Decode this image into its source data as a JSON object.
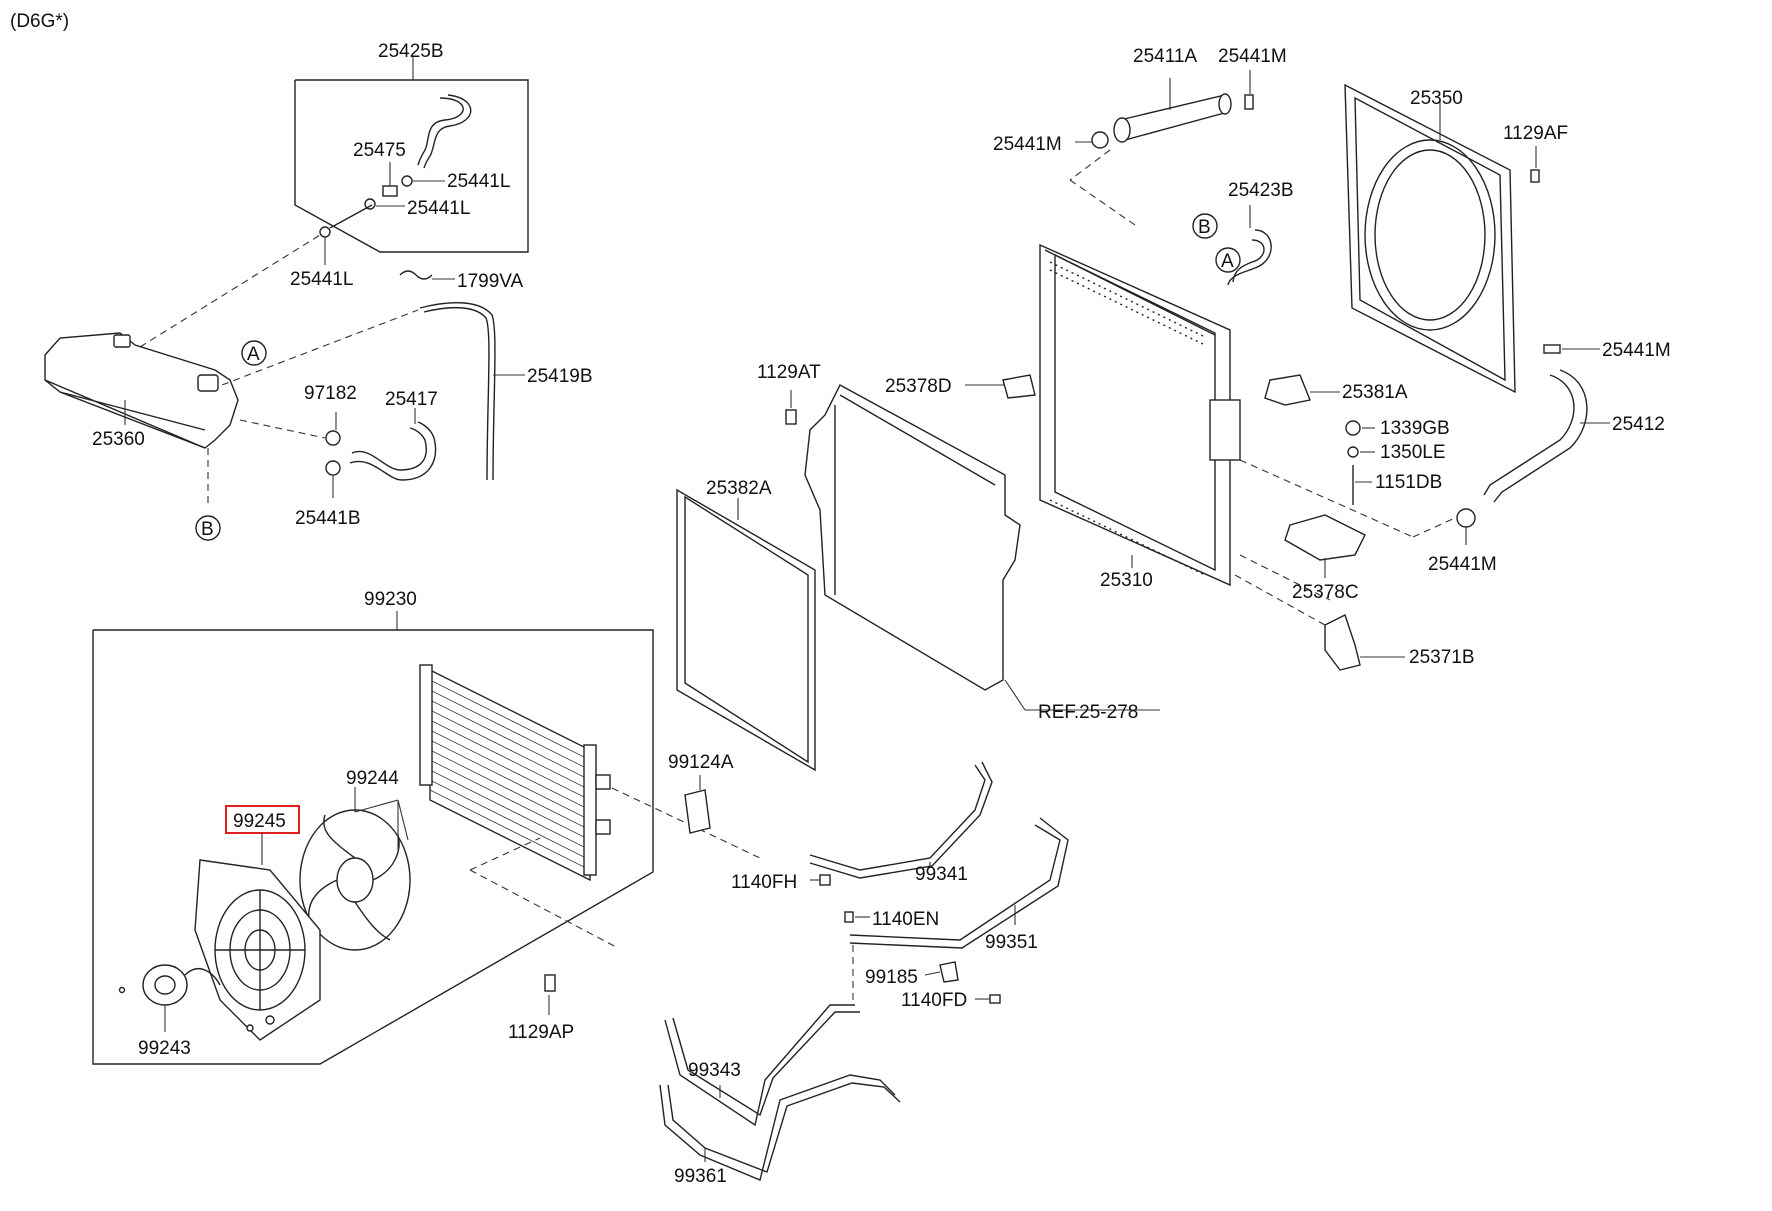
{
  "header": {
    "variant_code": "(D6G*)"
  },
  "highlight_color": "#e02020",
  "callout_markers": [
    "A",
    "B"
  ],
  "reference": "REF.25-278",
  "part_labels": {
    "p25425B": "25425B",
    "p25475": "25475",
    "p25441L_a": "25441L",
    "p25441L_b": "25441L",
    "p25441L_c": "25441L",
    "p1799VA": "1799VA",
    "p25419B": "25419B",
    "p25360": "25360",
    "p97182": "97182",
    "p25417": "25417",
    "p25441B": "25441B",
    "p99230": "99230",
    "p99244": "99244",
    "p99245": "99245",
    "p99243": "99243",
    "p1129AP": "1129AP",
    "p1129AT": "1129AT",
    "p25382A": "25382A",
    "p25378D": "25378D",
    "p99124A": "99124A",
    "p1140FH": "1140FH",
    "p99341": "99341",
    "p1140EN": "1140EN",
    "p99351": "99351",
    "p99185": "99185",
    "p1140FD": "1140FD",
    "p99343": "99343",
    "p99361": "99361",
    "p25411A": "25411A",
    "p25441M_a": "25441M",
    "p25441M_b": "25441M",
    "p25441M_c": "25441M",
    "p25441M_d": "25441M",
    "p25423B": "25423B",
    "p25310": "25310",
    "p25381A": "25381A",
    "p1339GB": "1339GB",
    "p1350LE": "1350LE",
    "p1151DB": "1151DB",
    "p25378C": "25378C",
    "p25371B": "25371B",
    "p25350": "25350",
    "p1129AF": "1129AF",
    "p25412": "25412"
  }
}
